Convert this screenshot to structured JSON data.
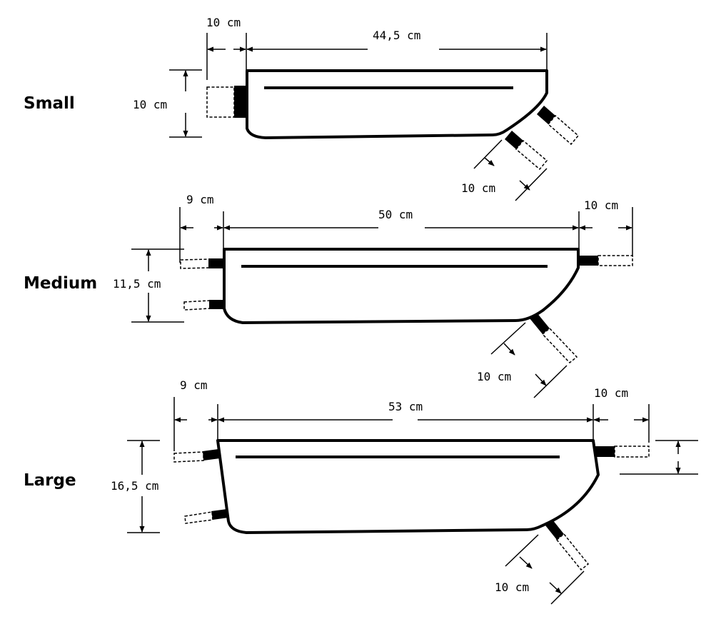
{
  "sizes": {
    "small": {
      "label": "Small",
      "strap_offset": "10 cm",
      "length": "44,5 cm",
      "height": "10 cm",
      "strap_spacing": "10 cm"
    },
    "medium": {
      "label": "Medium",
      "front_offset": "9 cm",
      "length": "50 cm",
      "rear_offset": "10 cm",
      "height": "11,5 cm",
      "strap_spacing": "10 cm"
    },
    "large": {
      "label": "Large",
      "front_offset": "9 cm",
      "length": "53 cm",
      "rear_offset": "10 cm",
      "height": "16,5 cm",
      "strap_spacing": "10 cm"
    }
  }
}
